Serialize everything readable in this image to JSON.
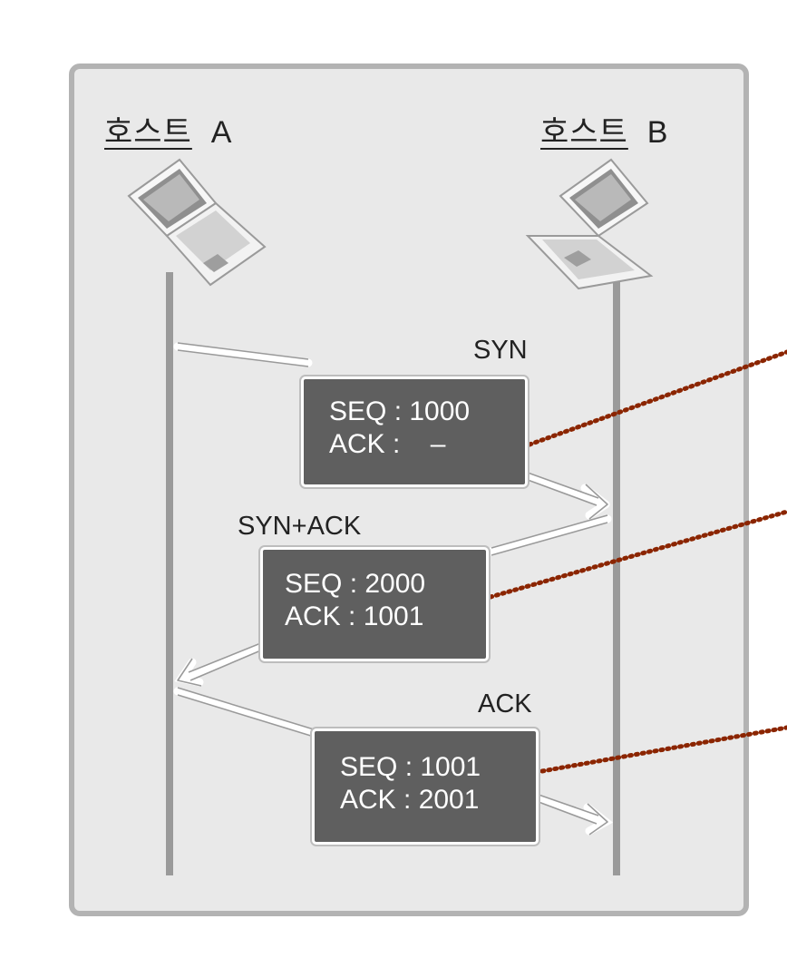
{
  "host_a": {
    "label_ko": "호스트",
    "label_id": "A"
  },
  "host_b": {
    "label_ko": "호스트",
    "label_id": "B"
  },
  "messages": [
    {
      "label": "SYN",
      "seq": "SEQ : 1000",
      "ack": "ACK :    –"
    },
    {
      "label": "SYN+ACK",
      "seq": "SEQ : 2000",
      "ack": "ACK : 1001"
    },
    {
      "label": "ACK",
      "seq": "SEQ : 1001",
      "ack": "ACK : 2001"
    }
  ],
  "colors": {
    "box_fill": "#5f5f5f",
    "timeline": "#9a9a9a",
    "pointer_dots": "#8b2500",
    "panel_bg": "#e9e9e9"
  }
}
